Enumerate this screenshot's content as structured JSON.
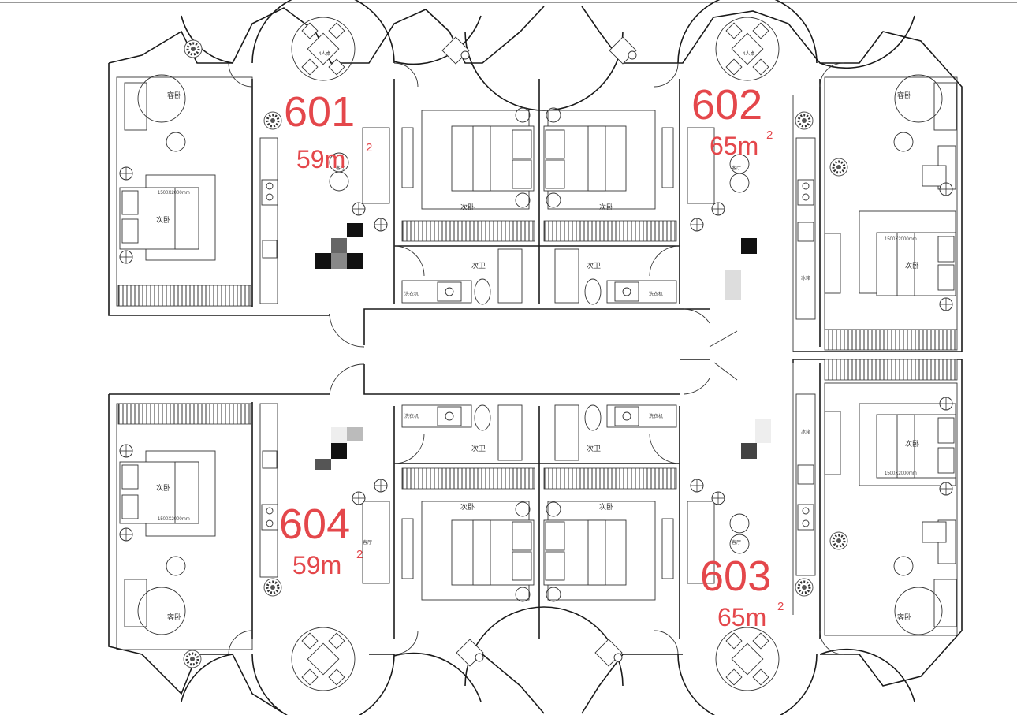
{
  "units": [
    {
      "number": "601",
      "area": "59m",
      "sup": "2"
    },
    {
      "number": "602",
      "area": "65m",
      "sup": "2"
    },
    {
      "number": "603",
      "area": "65m",
      "sup": "2"
    },
    {
      "number": "604",
      "area": "59m",
      "sup": "2"
    }
  ],
  "rooms": {
    "secondary_bedroom": "次卧",
    "guest_bedroom": "客卧",
    "bathroom": "次卫",
    "dining": "4人桌",
    "living": "客厅",
    "bed_size": "1500X2000mm",
    "washer": "洗衣机",
    "fridge": "冰箱"
  },
  "colors": {
    "accent": "#e4474b",
    "line": "#1a1a1a",
    "background": "#ffffff"
  }
}
